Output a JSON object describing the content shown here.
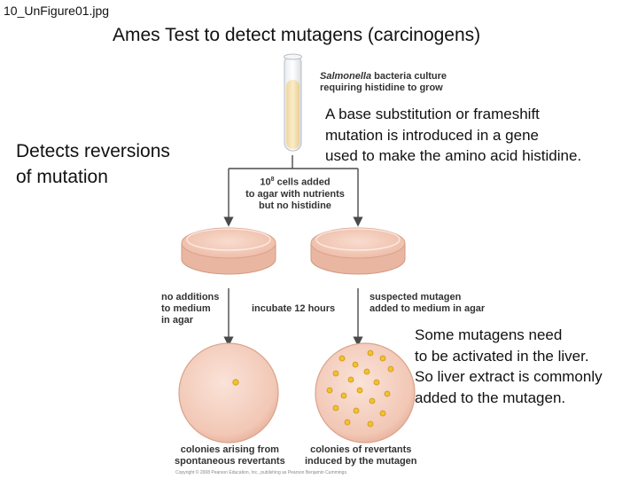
{
  "filename": "10_UnFigure01.jpg",
  "title": "Ames Test to detect mutagens (carcinogens)",
  "side_note": [
    "Detects reversions",
    "of mutation"
  ],
  "mutation_note": [
    "A base substitution or frameshift",
    "mutation is introduced in a gene",
    "used to make the amino acid histidine."
  ],
  "liver_note": [
    "Some mutagens need",
    "to be activated in the liver.",
    "So liver extract is commonly",
    "added to the mutagen."
  ],
  "figure": {
    "culture_label_italic": "Salmonella",
    "culture_label_rest": " bacteria culture",
    "culture_label_line2": "requiring histidine to grow",
    "cells_added": [
      "cells added",
      "to agar with nutrients",
      "but no histidine"
    ],
    "cells_base": "10",
    "cells_exp": "8",
    "no_additions": [
      "no additions",
      "to medium",
      "in agar"
    ],
    "incubate": "incubate 12 hours",
    "suspected_mutagen": [
      "suspected mutagen",
      "added to medium in agar"
    ],
    "spontaneous": [
      "colonies arising from",
      "spontaneous revertants"
    ],
    "induced": [
      "colonies of revertants",
      "induced by the mutagen"
    ],
    "copyright": "Copyright © 2008 Pearson Education, Inc., publishing as Pearson Benjamin Cummings."
  },
  "colors": {
    "arrow": "#4a4a4a",
    "agar": "#f2c7b5",
    "agar_edge": "#d9a38c",
    "tube_liquid": "#f6e2b3",
    "colony": "#f2c12e",
    "colony_edge": "#c9961a"
  }
}
